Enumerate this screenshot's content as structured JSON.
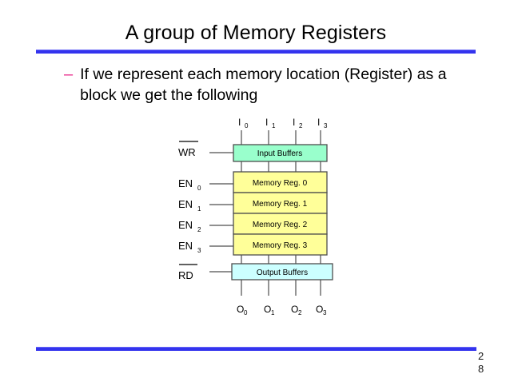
{
  "slide": {
    "title": "A group of Memory Registers",
    "bullet": {
      "dash": "–",
      "text": "If we represent each memory location (Register) as a block we get the following"
    },
    "page_number_line1": "2",
    "page_number_line2": "8"
  },
  "colors": {
    "rule": "#3333ee",
    "bullet_dash": "#e8338f",
    "input_buffers_fill": "#99ffcc",
    "memory_reg_fill": "#ffff99",
    "output_buffers_fill": "#ccffff",
    "stroke": "#4d4d4d",
    "text": "#000000"
  },
  "diagram": {
    "input_pins": [
      {
        "base": "I",
        "sub": "0"
      },
      {
        "base": "I",
        "sub": "1"
      },
      {
        "base": "I",
        "sub": "2"
      },
      {
        "base": "I",
        "sub": "3"
      }
    ],
    "output_pins": [
      {
        "base": "O",
        "sub": "0"
      },
      {
        "base": "O",
        "sub": "1"
      },
      {
        "base": "O",
        "sub": "2"
      },
      {
        "base": "O",
        "sub": "3"
      }
    ],
    "write_control": {
      "label": "WR",
      "active_low": true
    },
    "read_control": {
      "label": "RD",
      "active_low": true
    },
    "enable_controls": [
      {
        "base": "EN",
        "sub": "0"
      },
      {
        "base": "EN",
        "sub": "1"
      },
      {
        "base": "EN",
        "sub": "2"
      },
      {
        "base": "EN",
        "sub": "3"
      }
    ],
    "input_buffers_label": "Input Buffers",
    "output_buffers_label": "Output Buffers",
    "memory_registers": [
      "Memory Reg. 0",
      "Memory Reg. 1",
      "Memory Reg. 2",
      "Memory Reg. 3"
    ]
  }
}
